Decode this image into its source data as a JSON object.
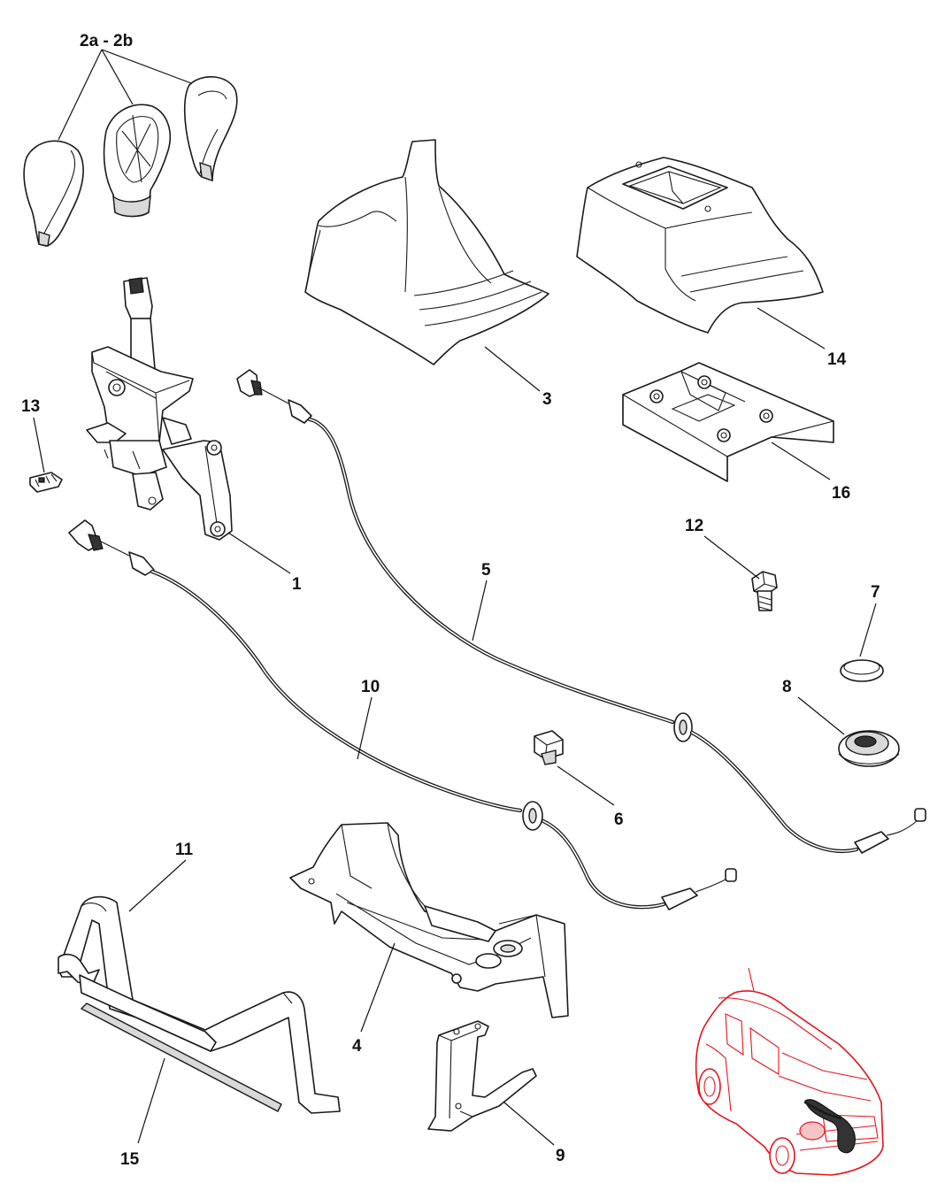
{
  "callouts": {
    "group_2": "2a - 2b",
    "p1": "1",
    "p3": "3",
    "p4": "4",
    "p5": "5",
    "p6": "6",
    "p7": "7",
    "p8": "8",
    "p9": "9",
    "p10": "10",
    "p11": "11",
    "p12": "12",
    "p13": "13",
    "p14": "14",
    "p15": "15",
    "p16": "16"
  },
  "colors": {
    "line_art": "#1a1a1a",
    "locator_car": "#e8141b",
    "background": "#ffffff"
  }
}
